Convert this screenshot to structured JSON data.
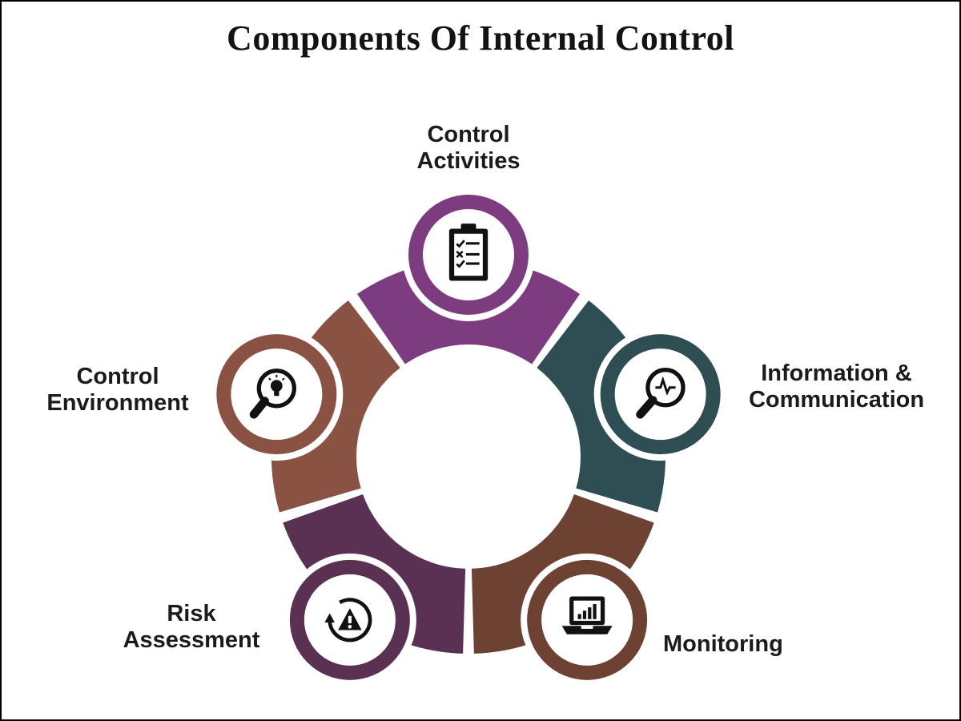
{
  "page": {
    "title": "Components Of Internal Control"
  },
  "diagram": {
    "text_color": "#1b1b1b",
    "background_color": "#ffffff",
    "segments": [
      {
        "id": "control-activities",
        "label": "Control Activities",
        "color": "#7d3b80",
        "icon": "clipboard-checklist-icon"
      },
      {
        "id": "information-communication",
        "label": "Information & Communication",
        "color": "#2e4e53",
        "icon": "magnifier-wave-icon"
      },
      {
        "id": "monitoring",
        "label": "Monitoring",
        "color": "#6e4233",
        "icon": "laptop-chart-icon"
      },
      {
        "id": "risk-assessment",
        "label": "Risk Assessment",
        "color": "#5a3153",
        "icon": "alert-refresh-icon"
      },
      {
        "id": "control-environment",
        "label": "Control Environment",
        "color": "#8a5243",
        "icon": "magnifier-bulb-icon"
      }
    ]
  }
}
